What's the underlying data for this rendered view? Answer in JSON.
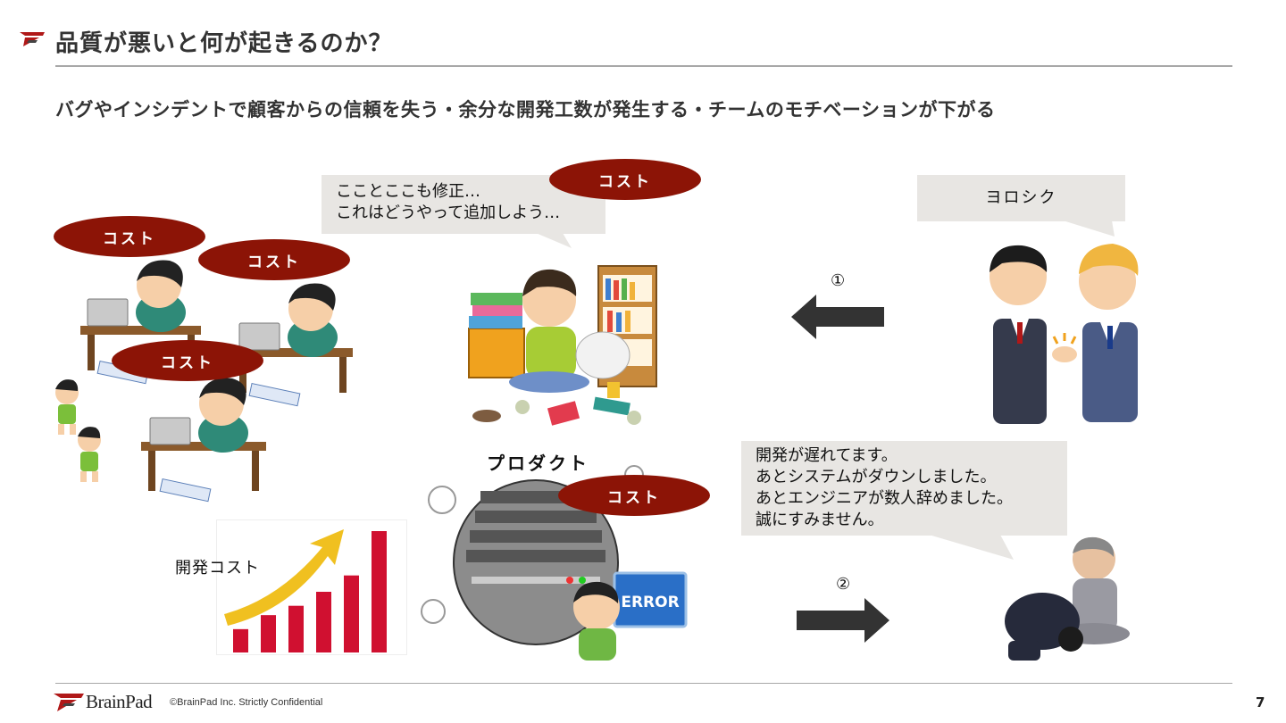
{
  "slide": {
    "title": "品質が悪いと何が起きるのか？",
    "subtitle": "バグやインシデントで顧客からの信頼を失う・余分な開発工数が発生する・チームのモチベーションが下がる",
    "page_number": "7"
  },
  "bubbles": {
    "dev_line1": "こことここも修正…",
    "dev_line2": "これはどうやって追加しよう…",
    "client": "ヨロシク",
    "apology_line1": "開発が遅れてます。",
    "apology_line2": "あとシステムがダウンしました。",
    "apology_line3": "あとエンジニアが数人辞めました。",
    "apology_line4": "誠にすみません。"
  },
  "cost_labels": [
    "コスト",
    "コスト",
    "コスト",
    "コスト",
    "コスト"
  ],
  "labels": {
    "product": "プロダクト",
    "dev_cost": "開発コスト",
    "error": "ERROR",
    "step1": "①",
    "step2": "②"
  },
  "dev_cost_chart": {
    "type": "bar",
    "values": [
      1,
      1.6,
      2,
      2.6,
      3.3,
      5.2
    ]
  },
  "footer": {
    "brand": "BrainPad",
    "copyright": "©BrainPad Inc.  Strictly Confidential"
  },
  "colors": {
    "cost_bubble": "#8c1406",
    "speech_bubble": "#e8e6e3",
    "chart_bars": "#d01030",
    "trend_arrow": "#f0c020",
    "arrows": "#333333"
  }
}
